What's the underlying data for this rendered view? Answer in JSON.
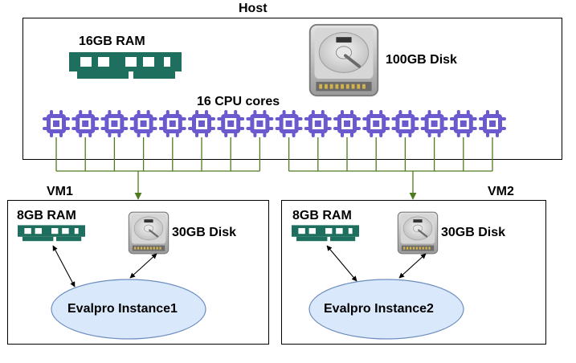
{
  "host": {
    "title": "Host",
    "ram_label": "16GB RAM",
    "disk_label": "100GB Disk",
    "cpu_label": "16 CPU cores",
    "cpu_count": 16
  },
  "vms": [
    {
      "title": "VM1",
      "ram_label": "8GB RAM",
      "disk_label": "30GB Disk",
      "instance_label": "Evalpro Instance1"
    },
    {
      "title": "VM2",
      "ram_label": "8GB RAM",
      "disk_label": "30GB Disk",
      "instance_label": "Evalpro Instance2"
    }
  ],
  "colors": {
    "cpu_chip": "#6a5acd",
    "ram_module": "#1f6f5f",
    "connector_line": "#4f7a1e",
    "instance_fill": "#dae8fc",
    "instance_stroke": "#6c8ebf"
  }
}
